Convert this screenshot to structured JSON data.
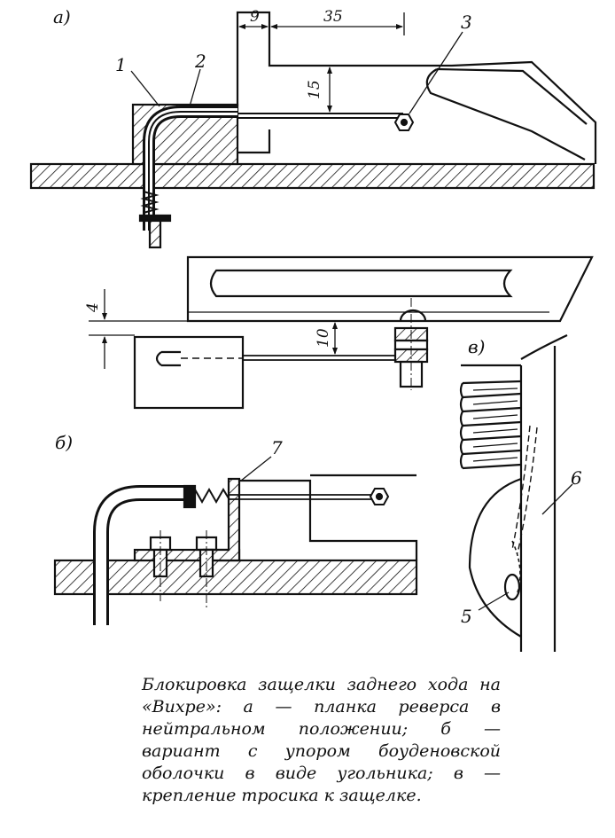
{
  "figure": {
    "panel_labels": {
      "a": "а)",
      "b": "б)",
      "v": "в)"
    },
    "part_numbers": {
      "p1": "1",
      "p2": "2",
      "p3": "3",
      "p5": "5",
      "p6": "6",
      "p7": "7"
    },
    "dimensions": {
      "d9": "9",
      "d35": "35",
      "d15": "15",
      "d4": "4",
      "d10": "10"
    }
  },
  "caption": "Блокировка защелки заднего хода на «Вихре»: а — планка реверса в нейтральном положении; б — вариант с упором боуденовской оболочки в виде угольника; в — крепление тросика к защелке."
}
